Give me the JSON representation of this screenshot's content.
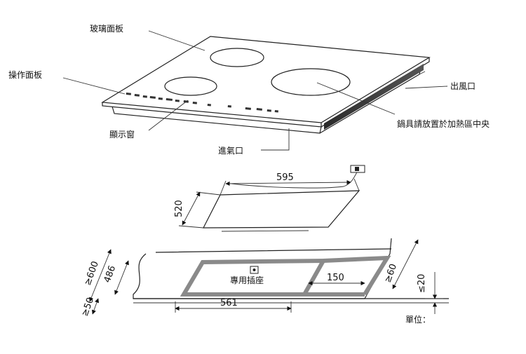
{
  "labels": {
    "glass_panel": "玻璃面板",
    "control_panel": "操作面板",
    "display_window": "顯示窗",
    "air_intake": "進氣口",
    "air_outlet": "出風口",
    "place_cookware": "鍋具請放置於加熱區中央"
  },
  "dimensions": {
    "width_595": "595",
    "depth_520": "520",
    "cutout_561": "561",
    "cutout_486": "486",
    "clearance_150": "150",
    "min_600": "≥600",
    "min_50": "≥50",
    "min_60": "≥60",
    "max_20": "≤20"
  },
  "socket_label": "專用插座",
  "unit_label": "單位：",
  "colors": {
    "line": "#222222",
    "cutout_border": "#8a8a8a",
    "control_panel_dark": "#333333"
  }
}
